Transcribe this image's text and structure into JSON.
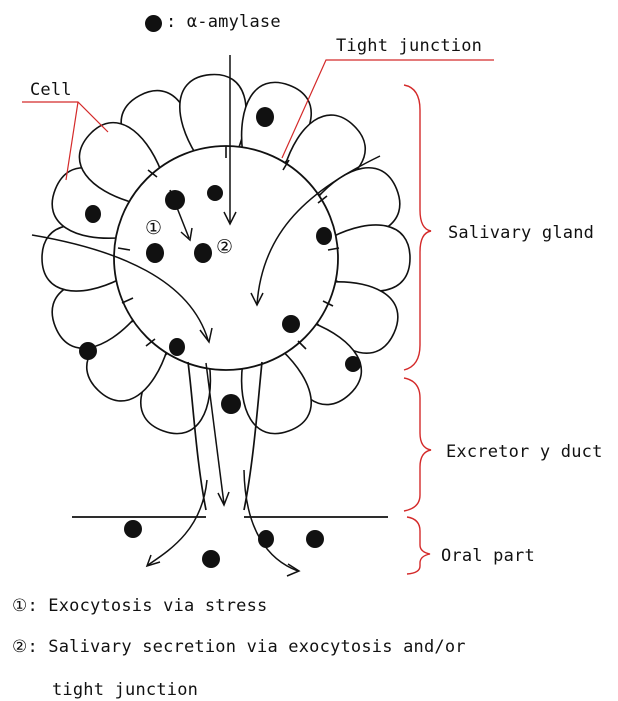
{
  "legend": {
    "dot_label": ": α-amylase",
    "note1": "①: Exocytosis via stress",
    "note2_line1": "②: Salivary secretion via exocytosis and/or",
    "note2_line2": "tight junction"
  },
  "labels": {
    "cell": "Cell",
    "tight_junction": "Tight junction",
    "salivary_gland": "Salivary gland",
    "excretory_duct": "Excretor y duct",
    "oral_part": "Oral part",
    "marker1": "①",
    "marker2": "②"
  },
  "colors": {
    "ink": "#111111",
    "bracket": "#d42a2a",
    "leader": "#d42a2a"
  }
}
